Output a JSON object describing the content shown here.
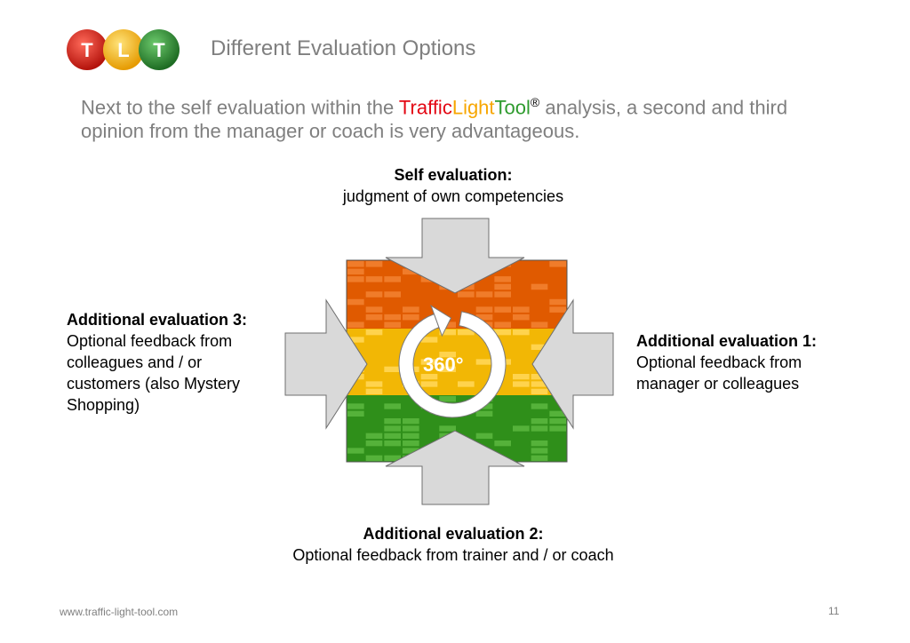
{
  "logo": {
    "letters": [
      "T",
      "L",
      "T"
    ],
    "colors": [
      "#d7261b",
      "#f4b400",
      "#2f8f34"
    ]
  },
  "title": "Different Evaluation Options",
  "intro": {
    "before": "Next to the self evaluation within the ",
    "brand_traffic": "Traffic",
    "brand_light": "Light",
    "brand_tool": "Tool",
    "brand_mark": "®",
    "after": " analysis, a second and third opinion from the manager or coach is very advantageous."
  },
  "top": {
    "heading": "Self evaluation:",
    "text": "judgment of own competencies"
  },
  "bottom": {
    "heading": "Additional evaluation 2:",
    "text": "Optional  feedback from trainer and / or coach"
  },
  "left": {
    "heading": "Additional evaluation 3:",
    "lines": [
      "Optional feedback from",
      "colleagues and / or",
      "customers (also Mystery",
      "Shopping)"
    ]
  },
  "right": {
    "heading": "Additional evaluation 1:",
    "lines": [
      "Optional feedback from",
      "manager or colleagues"
    ]
  },
  "center_label": "360°",
  "footer": {
    "url": "www.traffic-light-tool.com",
    "page": "11"
  },
  "colors": {
    "grey_text": "#7f7f7f",
    "arrow_fill": "#d9d9d9",
    "arrow_stroke": "#6f6f6f",
    "band_red": "#e05a00",
    "band_yellow": "#f2b705",
    "band_green": "#2f8f1a"
  }
}
